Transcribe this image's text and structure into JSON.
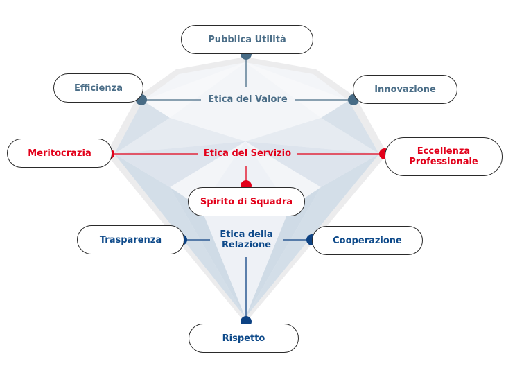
{
  "colors": {
    "value": "#476b85",
    "service": "#e2001a",
    "relation": "#0d4283",
    "diamond_outer": "#ececed",
    "diamond_facet_dark": "#d3dee8",
    "diamond_facet_mid": "#dfe5ee",
    "diamond_facet_light": "#f2f4f8"
  },
  "groups": [
    {
      "id": "value",
      "title": "Etica del Valore",
      "nodes": [
        "Pubblica Utilità",
        "Efficienza",
        "Innovazione"
      ]
    },
    {
      "id": "service",
      "title": "Etica del Servizio",
      "nodes": [
        "Meritocrazia",
        "Eccellenza Professionale",
        "Spirito di Squadra"
      ]
    },
    {
      "id": "relation",
      "title": "Etica della Relazione",
      "nodes": [
        "Trasparenza",
        "Cooperazione",
        "Rispetto"
      ]
    }
  ],
  "labels": {
    "pubblica_utilita": "Pubblica Utilità",
    "efficienza": "Efficienza",
    "innovazione": "Innovazione",
    "etica_valore": "Etica del Valore",
    "meritocrazia": "Meritocrazia",
    "eccellenza_1": "Eccellenza",
    "eccellenza_2": "Professionale",
    "etica_servizio": "Etica del Servizio",
    "spirito_squadra": "Spirito di Squadra",
    "trasparenza": "Trasparenza",
    "cooperazione": "Cooperazione",
    "etica_relazione_1": "Etica della",
    "etica_relazione_2": "Relazione",
    "rispetto": "Rispetto"
  }
}
